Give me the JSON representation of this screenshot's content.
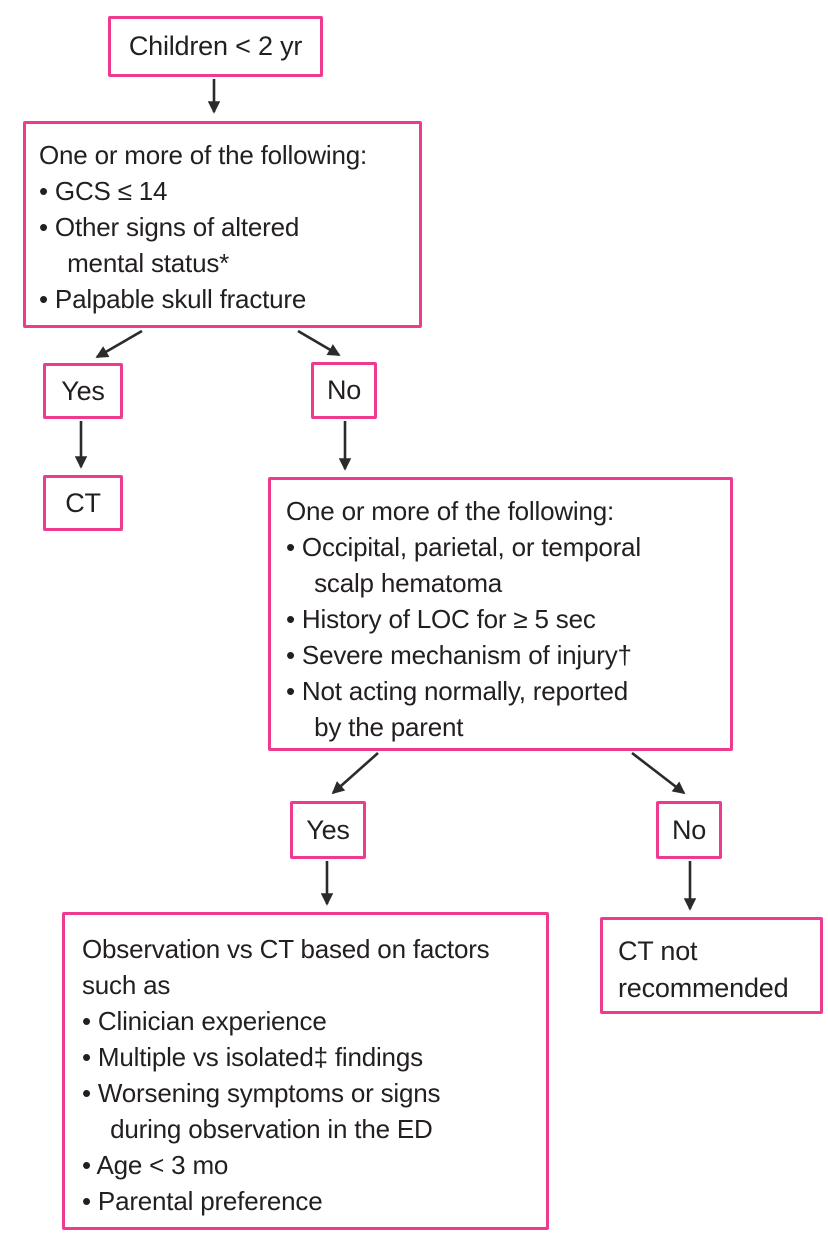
{
  "colors": {
    "accent": "#ee3b90",
    "ink": "#231f20",
    "arrow": "#2b2b2b",
    "bg": "#ffffff"
  },
  "flowchart": {
    "start": {
      "label": "Children < 2 yr"
    },
    "criteria1": {
      "lines": [
        "One or more of the following:",
        "• GCS ≤ 14",
        "• Other signs of altered",
        "    mental status*",
        "• Palpable skull fracture"
      ]
    },
    "yes1": {
      "label": "Yes"
    },
    "no1": {
      "label": "No"
    },
    "ct": {
      "label": "CT"
    },
    "criteria2": {
      "lines": [
        "One or more of the following:",
        "• Occipital, parietal, or temporal",
        "    scalp hematoma",
        "• History of LOC for ≥ 5 sec",
        "• Severe mechanism of injury†",
        "• Not acting normally, reported",
        "    by the parent"
      ]
    },
    "yes2": {
      "label": "Yes"
    },
    "no2": {
      "label": "No"
    },
    "observation": {
      "lines": [
        "Observation vs CT based on factors",
        "such as",
        "• Clinician experience",
        "• Multiple vs isolated‡ findings",
        "• Worsening symptoms or signs",
        "    during observation in the ED",
        "• Age < 3 mo",
        "• Parental preference"
      ]
    },
    "ct_not_recommended": {
      "lines": [
        "CT not",
        "recommended"
      ]
    }
  }
}
